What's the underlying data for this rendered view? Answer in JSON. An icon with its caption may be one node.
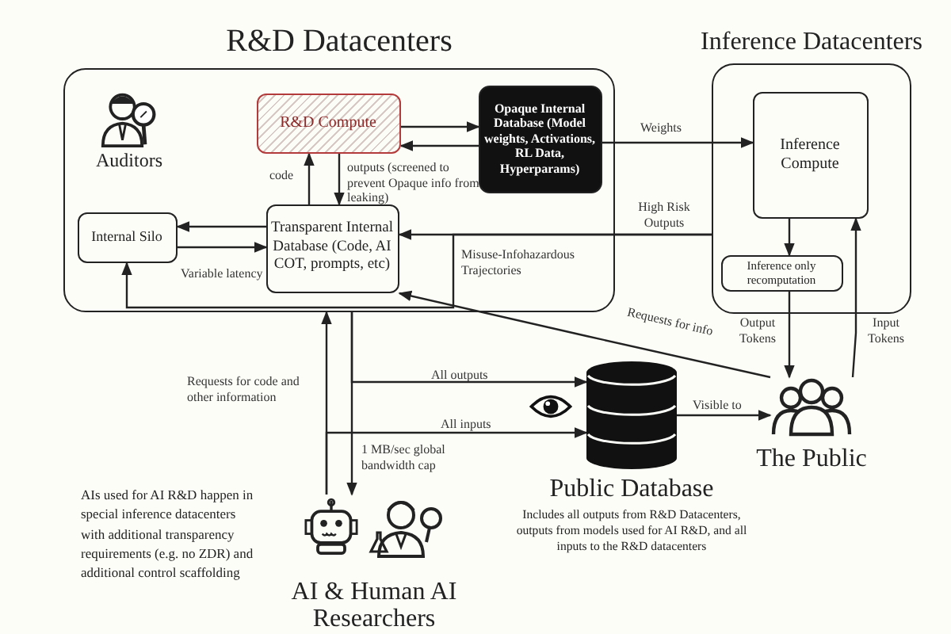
{
  "diagram": {
    "nodes": [
      {
        "text": [
          "R&D Datacenters"
        ]
      },
      {
        "text": [
          "Auditors"
        ],
        "in": 0
      },
      {
        "text": [
          "R&D Compute"
        ],
        "in": 0
      },
      {
        "text": [
          "Opaque Internal Database (Model weights, Activations, RL Data, Hyperparams)"
        ],
        "in": 0
      },
      {
        "text": [
          "Internal Silo"
        ],
        "in": 0
      },
      {
        "text": [
          "Transparent Internal Database (Code, AI COT, prompts, etc)"
        ],
        "in": 0
      },
      {
        "text": [
          "Inference Datacenters"
        ]
      },
      {
        "text": [
          "Inference Compute"
        ],
        "in": 6
      },
      {
        "text": [
          "Inference only recomputation"
        ],
        "in": 6
      },
      {
        "text": [
          "Public Database"
        ],
        "beside": [
          "Includes all outputs from R&D Datacenters, outputs from models used for AI R&D, and all inputs to the R&D datacenters"
        ]
      },
      {
        "text": [
          "The Public"
        ]
      },
      {
        "text": [
          "AI & Human AI Researchers"
        ]
      }
    ],
    "edges": [
      {
        "from": 2,
        "to": 3,
        "arrow": "to"
      },
      {
        "from": 3,
        "to": 2,
        "arrow": "to"
      },
      {
        "from": 5,
        "to": 2,
        "arrow": "to",
        "label": "code"
      },
      {
        "from": 2,
        "to": 5,
        "arrow": "to",
        "label": "outputs (screened to prevent Opaque info from leaking)"
      },
      {
        "from": 5,
        "to": 4,
        "arrow": "to"
      },
      {
        "from": 4,
        "to": 5,
        "arrow": "to",
        "label": "Variable latency"
      },
      {
        "from": 3,
        "to": 7,
        "arrow": "to",
        "label": "Weights"
      },
      {
        "from": 6,
        "to": 5,
        "arrow": "to",
        "label": "High Risk Outputs"
      },
      {
        "from": 6,
        "to": 4,
        "arrow": "to",
        "label": "Misuse-Infohazardous Trajectories"
      },
      {
        "from": 7,
        "to": 8,
        "arrow": "to"
      },
      {
        "from": 8,
        "to": 10,
        "arrow": "to",
        "label": "Output Tokens"
      },
      {
        "from": 10,
        "to": 7,
        "arrow": "to",
        "label": "Input Tokens"
      },
      {
        "from": 10,
        "to": 5,
        "arrow": "to",
        "label": "Requests for info"
      },
      {
        "from": 11,
        "to": 0,
        "arrow": "to",
        "label": "Requests for code and other information"
      },
      {
        "from": 0,
        "to": 11,
        "arrow": "to",
        "label": "1 MB/sec global bandwidth cap"
      },
      {
        "from": 0,
        "to": 9,
        "arrow": "to",
        "label": "All outputs"
      },
      {
        "from": 11,
        "to": 9,
        "arrow": "to",
        "label": "All inputs"
      },
      {
        "from": 9,
        "to": 10,
        "arrow": "to",
        "label": "Visible to"
      }
    ],
    "labels": [
      "AIs used for AI R&D happen in special inference datacenters with additional transparency requirements (e.g. no ZDR) and additional control scaffolding"
    ]
  }
}
